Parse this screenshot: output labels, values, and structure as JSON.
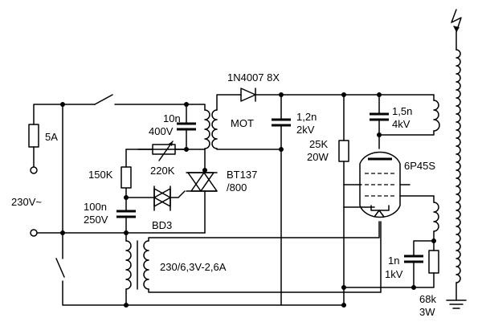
{
  "labels": {
    "fuse": "5A",
    "mains": "230V~",
    "snubber_cap_value": "10n",
    "snubber_cap_voltage": "400V",
    "resistor_fixed": "150K",
    "resistor_trim": "220K",
    "triac_part": "BT137",
    "triac_rating": "/800",
    "timing_cap_value": "100n",
    "timing_cap_voltage": "250V",
    "diac": "BD3",
    "diode": "1N4007 8X",
    "transformer_mot": "MOT",
    "hv_cap_value": "1,2n",
    "hv_cap_voltage": "2kV",
    "tank_cap_value": "1,5n",
    "tank_cap_voltage": "4kV",
    "plate_resistor_value": "25K",
    "plate_resistor_power": "20W",
    "tube": "6P45S",
    "filament_transformer": "230/6,3V-2,6A",
    "grid_cap_value": "1n",
    "grid_cap_voltage": "1kV",
    "grid_resistor_value": "68k",
    "grid_resistor_power": "3W"
  }
}
